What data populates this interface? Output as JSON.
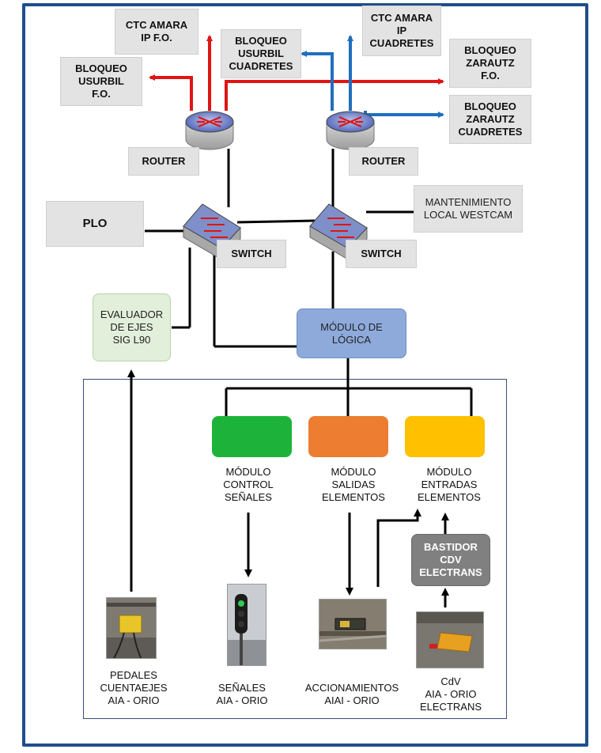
{
  "colors": {
    "frame": "#1f4e8c",
    "fo_arrow": "#e01414",
    "cuadretes_arrow": "#1f6fbf",
    "logic_module": "#8eaadb",
    "evaluador_bg": "#e2efda",
    "control_module": "#1db33a",
    "salidas_module": "#ed7d31",
    "entradas_module": "#ffc000",
    "bastidor_bg": "#808080"
  },
  "labels": {
    "ctc_fo": "CTC AMARA\nIP F.O.",
    "ctc_cuadretes": "CTC AMARA\nIP\nCUADRETES",
    "bloqueo_usurbil_cuadretes": "BLOQUEO\nUSURBIL\nCUADRETES",
    "bloqueo_usurbil_fo": "BLOQUEO\nUSURBIL\nF.O.",
    "bloqueo_zarautz_fo": "BLOQUEO\nZARAUTZ\nF.O.",
    "bloqueo_zarautz_cuadretes": "BLOQUEO\nZARAUTZ\nCUADRETES",
    "router_left": "ROUTER",
    "router_right": "ROUTER",
    "plo": "PLO",
    "mantenimiento": "MANTENIMIENTO\nLOCAL WESTCAM",
    "switch_left": "SWITCH",
    "switch_right": "SWITCH",
    "evaluador": "EVALUADOR\nDE EJES\nSIG L90",
    "modulo_logica": "MÓDULO DE\nLÓGICA",
    "modulo_control": "MÓDULO\nCONTROL\nSEÑALES",
    "modulo_salidas": "MÓDULO\nSALIDAS\nELEMENTOS",
    "modulo_entradas": "MÓDULO\nENTRADAS\nELEMENTOS",
    "bastidor": "BASTIDOR\nCDV\nELECTRANS",
    "pedales": "PEDALES\nCUENTAEJES\nAIA - ORIO",
    "senales": "SEÑALES\nAIA - ORIO",
    "accionamientos": "ACCIONAMIENTOS\nAIAI - ORIO",
    "cdv": "CdV\nAIA - ORIO\nELECTRANS"
  },
  "icons": {
    "router": "router-icon",
    "switch": "switch-icon"
  }
}
